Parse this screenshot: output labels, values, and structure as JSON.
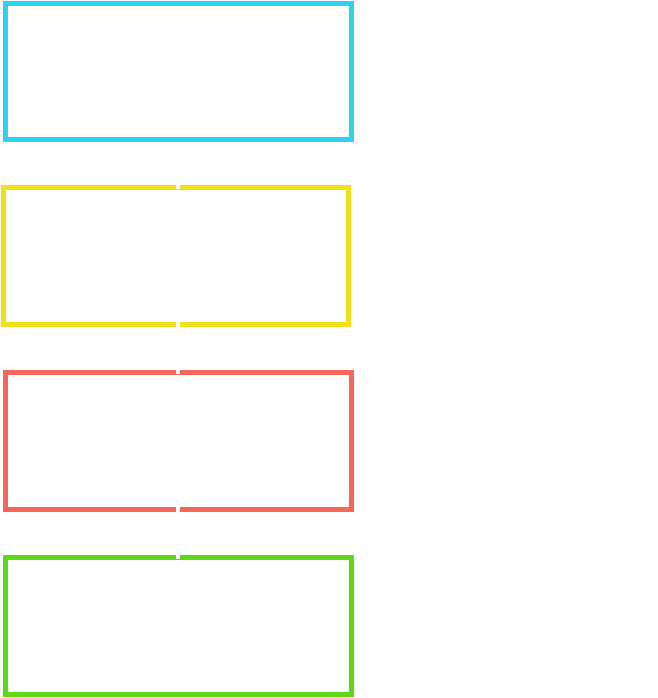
{
  "diagram": {
    "boxes": [
      {
        "id": "box-1",
        "color": "#2ed1f2"
      },
      {
        "id": "box-2",
        "color": "#f3df16"
      },
      {
        "id": "box-3",
        "color": "#f5665b"
      },
      {
        "id": "box-4",
        "color": "#5cd815"
      }
    ]
  }
}
